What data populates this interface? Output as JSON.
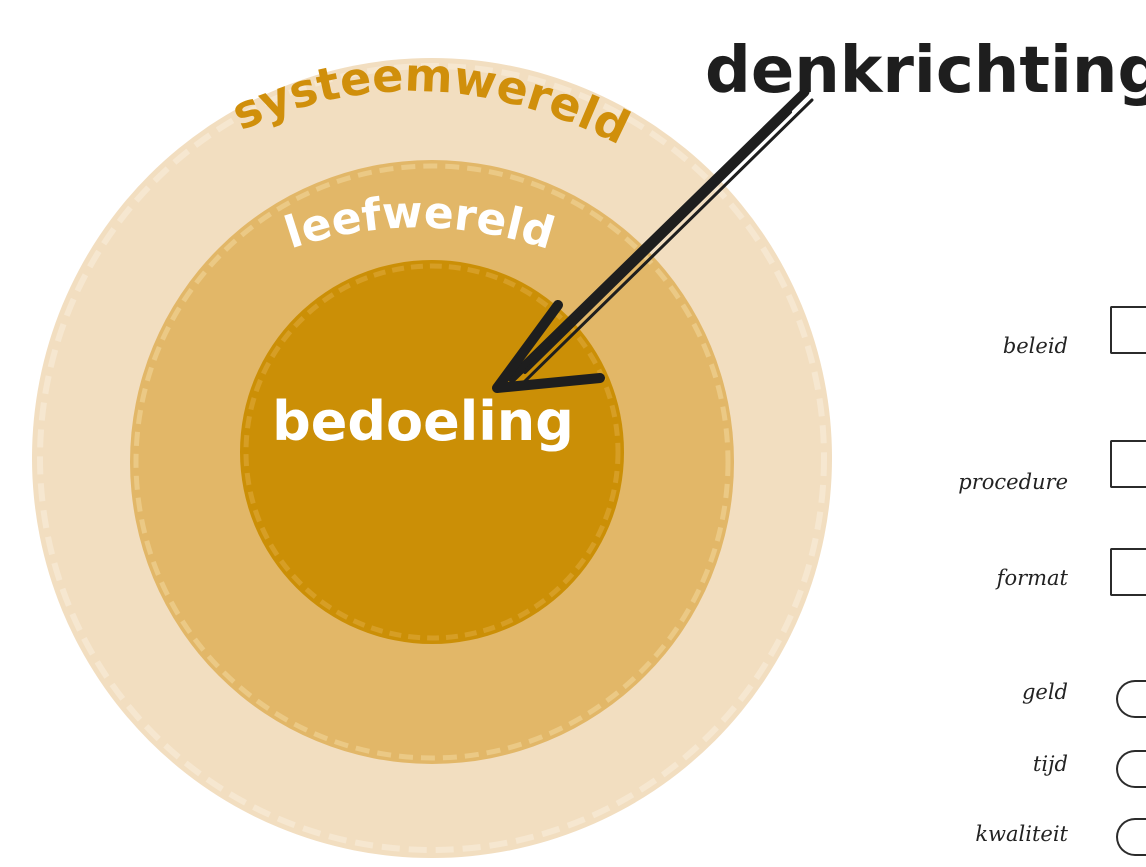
{
  "diagram": {
    "title": "denkrichting",
    "rings": {
      "outer": "systeemwereld",
      "middle": "leefwereld",
      "inner": "bedoeling"
    },
    "colors": {
      "outer": "#f2dec0",
      "middle": "#e2b768",
      "inner": "#cb8f06",
      "outer_text": "#d08f0b",
      "light_text": "#ffffff",
      "arrow": "#1e1e1e"
    }
  },
  "side_list": {
    "items": [
      {
        "label": "beleid",
        "icon": "document-icon"
      },
      {
        "label": "procedure",
        "icon": "document-icon"
      },
      {
        "label": "format",
        "icon": "document-icon"
      },
      {
        "label": "geld",
        "icon": "circle-icon"
      },
      {
        "label": "tijd",
        "icon": "circle-icon"
      },
      {
        "label": "kwaliteit",
        "icon": "circle-icon"
      }
    ]
  }
}
